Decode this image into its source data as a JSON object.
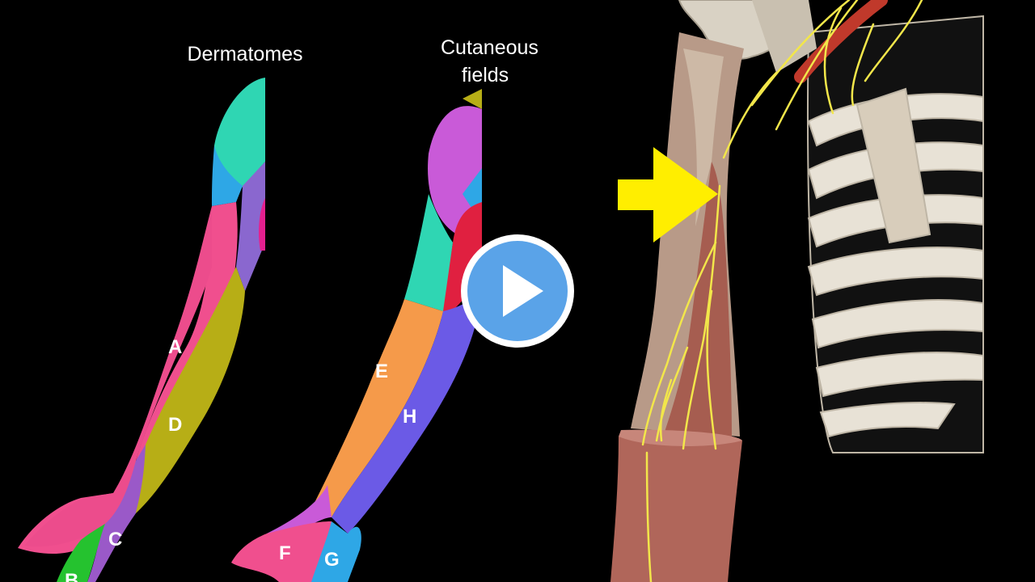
{
  "video": {
    "titles": {
      "dermatomes": "Dermatomes",
      "cutaneous_fields": "Cutaneous fields"
    },
    "dermatome_labels": [
      "A",
      "B",
      "C",
      "D"
    ],
    "cutaneous_labels": [
      "E",
      "F",
      "G",
      "H"
    ]
  },
  "player": {
    "play_icon": "play-icon",
    "play_color": "#5aa3e8"
  },
  "colors": {
    "pointer_arrow": "#ffee00",
    "nerve": "#f2e64a"
  }
}
